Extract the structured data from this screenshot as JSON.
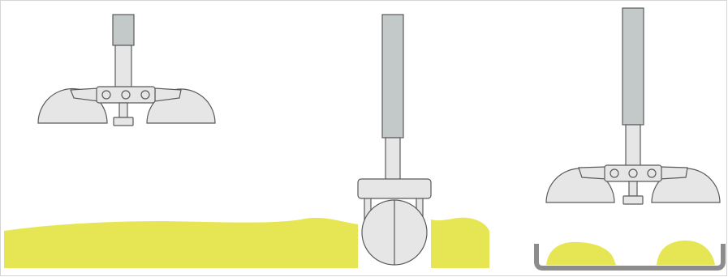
{
  "colors": {
    "material": "#e6e655",
    "metal_fill": "#e6e6e6",
    "metal_stroke": "#5a5a5a",
    "cylinder": "#c3c8c8",
    "tray": "#8c8c8c",
    "frame_border": "#d4d4d4"
  },
  "stages": [
    {
      "name": "gripper-open-raised"
    },
    {
      "name": "gripper-closed-in-material"
    },
    {
      "name": "gripper-open-releasing-over-tray"
    }
  ]
}
